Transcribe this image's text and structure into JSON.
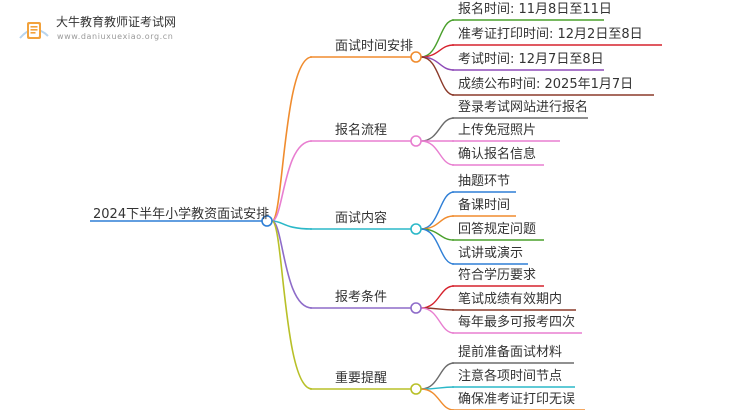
{
  "header": {
    "site_name": "大牛教育教师证考试网",
    "site_url": "www.daniuxuexiao.org.cn"
  },
  "mindmap": {
    "root": "2024下半年小学教资面试安排",
    "branches": [
      {
        "label": "面试时间安排",
        "color": "#f08c2e",
        "children": [
          {
            "label": "报名时间: 11月8日至11日",
            "color": "#4aa02c"
          },
          {
            "label": "准考证打印时间: 12月2日至8日",
            "color": "#d6222d"
          },
          {
            "label": "考试时间: 12月7日至8日",
            "color": "#8e4bb8"
          },
          {
            "label": "成绩公布时间: 2025年1月7日",
            "color": "#8b3a2a"
          }
        ]
      },
      {
        "label": "报名流程",
        "color": "#e87ed0",
        "children": [
          {
            "label": "登录考试网站进行报名",
            "color": "#6b6b6b"
          },
          {
            "label": "上传免冠照片",
            "color": "#e87ed0"
          },
          {
            "label": "确认报名信息",
            "color": "#e87ed0"
          }
        ]
      },
      {
        "label": "面试内容",
        "color": "#2bb8c8",
        "children": [
          {
            "label": "抽题环节",
            "color": "#2f7fd6"
          },
          {
            "label": "备课时间",
            "color": "#f08c2e"
          },
          {
            "label": "回答规定问题",
            "color": "#4aa02c"
          },
          {
            "label": "试讲或演示",
            "color": "#2f7fd6"
          }
        ]
      },
      {
        "label": "报考条件",
        "color": "#8e6cc9",
        "children": [
          {
            "label": "符合学历要求",
            "color": "#d6222d"
          },
          {
            "label": "笔试成绩有效期内",
            "color": "#8b3a2a"
          },
          {
            "label": "每年最多可报考四次",
            "color": "#e87ed0"
          }
        ]
      },
      {
        "label": "重要提醒",
        "color": "#b8c028",
        "children": [
          {
            "label": "提前准备面试材料",
            "color": "#6b6b6b"
          },
          {
            "label": "注意各项时间节点",
            "color": "#2bb8c8"
          },
          {
            "label": "确保准考证打印无误",
            "color": "#f08c2e"
          }
        ]
      }
    ]
  }
}
